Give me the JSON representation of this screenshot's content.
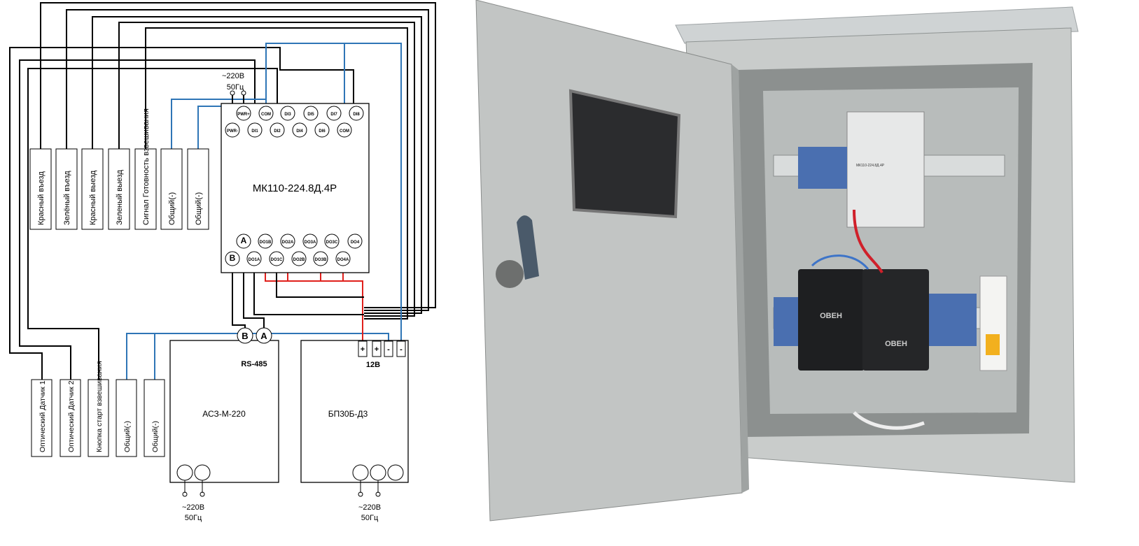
{
  "diagram": {
    "module": {
      "name": "МК110-224.8Д.4Р",
      "power_label_1": "~220В",
      "power_label_2": "50Гц",
      "top_terminals": [
        "PWR+",
        "COM",
        "DI3",
        "DI5",
        "DI7",
        "DI8"
      ],
      "bottom_terminals": [
        "PWR-",
        "DI1",
        "DI2",
        "DI4",
        "DI6",
        "COM"
      ],
      "do_upper": [
        "A",
        "DO1B",
        "DO2A",
        "DO3A",
        "DO3C",
        "DO4"
      ],
      "do_lower": [
        "B",
        "DO1A",
        "DO1C",
        "DO2B",
        "DO3B",
        "DO4A"
      ]
    },
    "top_boxes": [
      "Красный въезд",
      "Зелёный въезд",
      "Красный выезд",
      "Зеленый выезд",
      "Сигнал Готовность взвешивания",
      "Общий(-)",
      "Общий(-)"
    ],
    "bottom_boxes": [
      "Оптический Датчик 1",
      "Оптический Датчик 2",
      "Кнопка старт взвешивания",
      "Общий(-)",
      "Общий(-)"
    ],
    "converter": {
      "name": "АСЗ-М-220",
      "terminals": [
        "B",
        "A"
      ],
      "bus_label": "RS-485",
      "power_label_1": "~220В",
      "power_label_2": "50Гц"
    },
    "psu": {
      "name": "БП30Б-Д3",
      "terminals": [
        "+",
        "+",
        "-",
        "-"
      ],
      "voltage_label": "12В",
      "power_label_1": "~220В",
      "power_label_2": "50Гц"
    },
    "colors": {
      "wire": "#000000",
      "common": "#2e75b6",
      "supply": "#e0201c"
    }
  },
  "photo": {
    "device_label": "МК110-224.8Д.4Р",
    "brand": "ОВЕН"
  }
}
